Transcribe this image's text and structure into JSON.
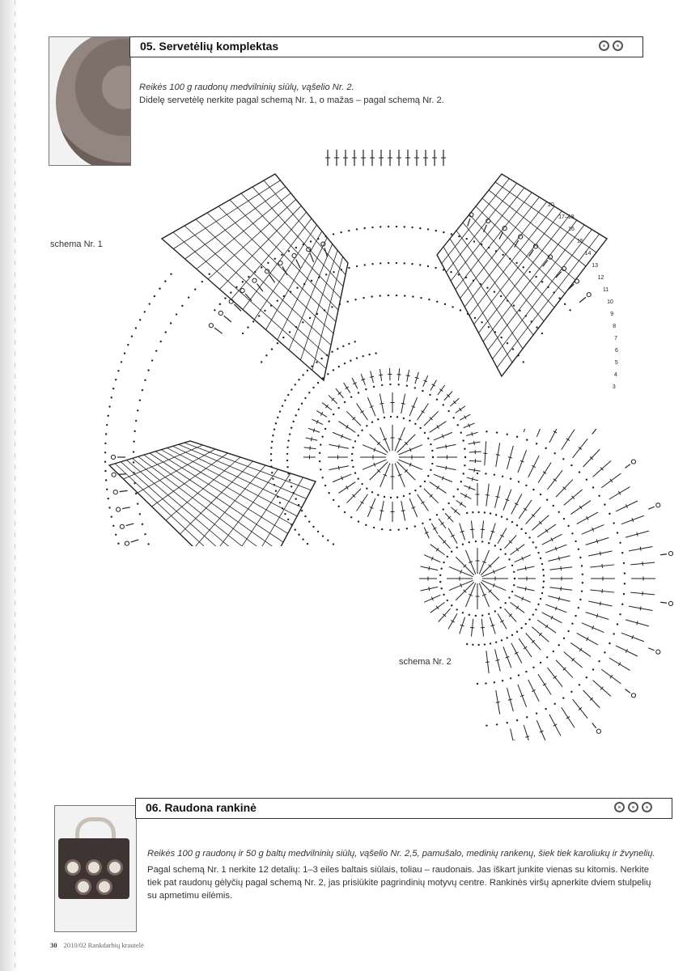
{
  "section1": {
    "title": "05. Servetėlių komplektas",
    "intro_line1": "Reikės 100 g raudonų medvilninių siūlų, vąšelio Nr. 2.",
    "intro_line2": "Didelę servetėlę nerkite pagal schemą Nr. 1, o mažas – pagal schemą Nr. 2.",
    "difficulty_icons": 2,
    "schema1_label": "schema Nr. 1",
    "schema2_label": "schema Nr. 2",
    "row_numbers": [
      "3",
      "4",
      "5",
      "6",
      "7",
      "8",
      "9",
      "10",
      "11",
      "12",
      "13",
      "14",
      "15",
      "16",
      "17–18",
      "20"
    ]
  },
  "section2": {
    "title": "06. Raudona rankinė",
    "intro_line1": "Reikės 100 g raudonų ir 50 g baltų medvilninių siūlų, vąšelio Nr. 2,5, pamušalo, medinių rankenų, šiek tiek karoliukų ir žvynelių.",
    "intro_line2": "Pagal schemą Nr. 1 nerkite 12 detalių: 1–3 eiles baltais siūlais, toliau – raudonais. Jas iškart junkite vienas su kitomis. Nerkite tiek pat raudonų gėlyčių pagal schemą Nr. 2, jas prisiūkite pagrindinių motyvų centre. Rankinės viršų apnerkite dviem stulpelių su apmetimu eilėmis.",
    "difficulty_icons": 3
  },
  "footer": {
    "page_number": "30",
    "issue": "2010/02 Rankdarbių krautelė"
  },
  "colors": {
    "ink": "#222222",
    "frame": "#333333"
  }
}
